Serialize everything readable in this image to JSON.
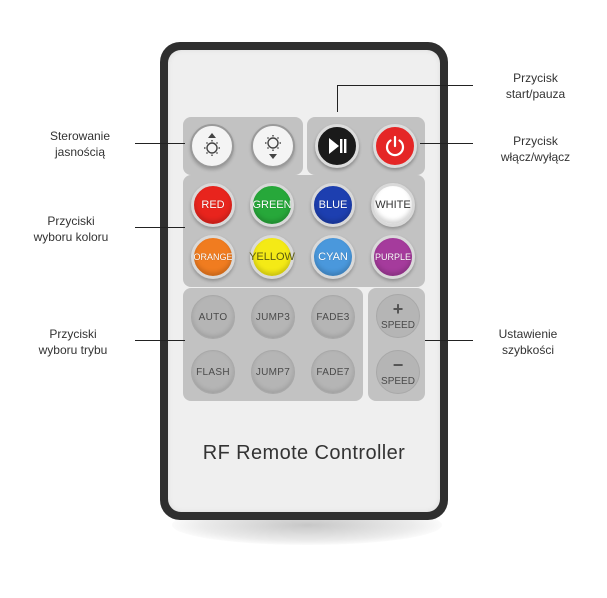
{
  "annotations": {
    "brightness": "Sterowanie\njasnością",
    "start_pause": "Przycisk\nstart/pauza",
    "power": "Przycisk\nwłącz/wyłącz",
    "color": "Przyciski\nwyboru koloru",
    "mode": "Przyciski\nwyboru trybu",
    "speed": "Ustawienie\nszybkości"
  },
  "annotation_lines": {
    "brightness": [
      "Sterowanie",
      "jasnością"
    ],
    "start_pause": [
      "Przycisk",
      "start/pauza"
    ],
    "power": [
      "Przycisk",
      "włącz/wyłącz"
    ],
    "color": [
      "Przyciski",
      "wyboru koloru"
    ],
    "mode": [
      "Przyciski",
      "wyboru trybu"
    ],
    "speed": [
      "Ustawienie",
      "szybkości"
    ]
  },
  "color_buttons": [
    {
      "label": "RED",
      "color": "#e8241d"
    },
    {
      "label": "GREEN",
      "color": "#27a83a"
    },
    {
      "label": "BLUE",
      "color": "#1d3fb0"
    },
    {
      "label": "WHITE",
      "color": "#ffffff"
    },
    {
      "label": "ORANGE",
      "color": "#f07c20"
    },
    {
      "label": "YELLOW",
      "color": "#f4ea16"
    },
    {
      "label": "CYAN",
      "color": "#4a98dc"
    },
    {
      "label": "PURPLE",
      "color": "#a53b9c"
    }
  ],
  "mode_buttons": [
    "AUTO",
    "JUMP3",
    "FADE3",
    "FLASH",
    "JUMP7",
    "FADE7"
  ],
  "speed": {
    "plus": "+",
    "minus": "−",
    "label": "SPEED"
  },
  "brand": "RF Remote Controller",
  "icons": {
    "brightness_up": "brightness-up-icon",
    "brightness_down": "brightness-down-icon",
    "play_pause": "play-pause-icon",
    "power": "power-icon"
  },
  "colors": {
    "remote_body": "#2f2f2f",
    "remote_face": "#efefef",
    "panel": "#c2c2c2",
    "play_button": "#1a1a1a",
    "power_button": "#e52626"
  }
}
